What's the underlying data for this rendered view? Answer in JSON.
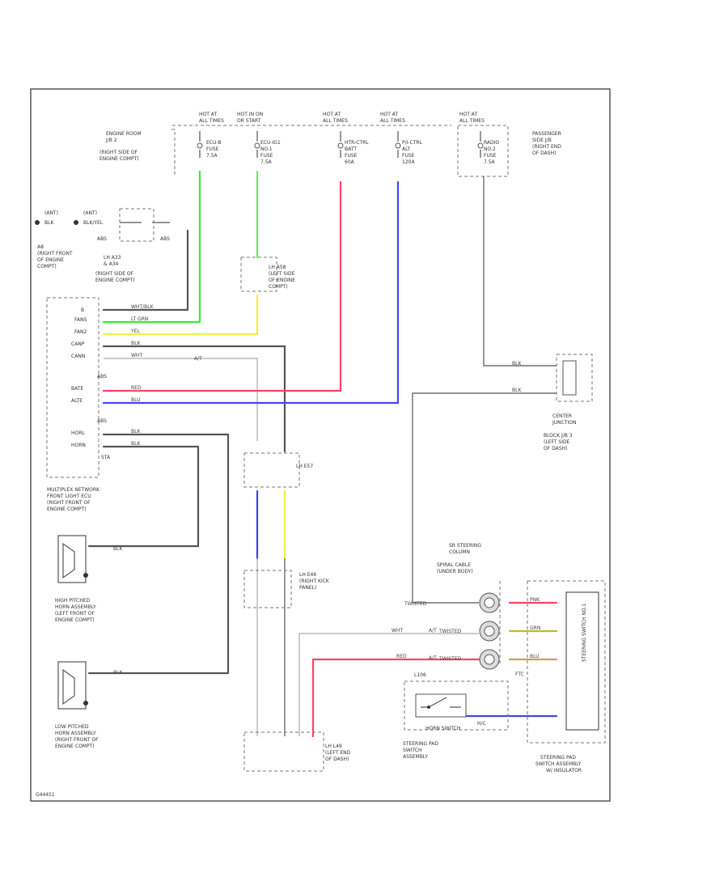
{
  "colors": {
    "green": "#33ee33",
    "light_green": "#66ee66",
    "yellow": "#eeee44",
    "red": "#ff4466",
    "blue": "#4444ff",
    "dark": "#555555",
    "grey": "#aaaaaa",
    "brown": "#c8a15a",
    "olive": "#bbbb33",
    "violet": "#4444ee"
  },
  "fuse_headers": [
    [
      "HOT AT",
      "ALL TIMES"
    ],
    [
      "HOT IN ON",
      "OR START"
    ],
    [
      "HOT AT",
      "ALL TIMES"
    ],
    [
      "HOT AT",
      "ALL TIMES"
    ],
    [
      "HOT AT",
      "ALL TIMES"
    ]
  ],
  "fuse_labels": [
    [
      "ECU-B",
      "FUSE",
      "7.5A"
    ],
    [
      "ECU-IG1",
      "NO.1",
      "FUSE",
      "7.5A"
    ],
    [
      "HTR-CTRL",
      "BATT",
      "FUSE",
      "60A"
    ],
    [
      "P/I-CTRL",
      "ALT",
      "FUSE",
      "120A"
    ],
    [
      "RADIO",
      "NO.2",
      "FUSE",
      "7.5A"
    ]
  ],
  "locations": {
    "engine_room_jb": [
      "ENGINE ROOM",
      "J/B 2",
      "(RIGHT SIDE OF",
      "ENGINE COMPT)"
    ],
    "passenger_jb": [
      "PASSENGER",
      "SIDE J/B",
      "(RIGHT END",
      "OF DASH)"
    ],
    "a8": [
      "A8",
      "(RIGHT FRONT",
      "OF ENGINE",
      "COMPT)"
    ],
    "lh_a33": [
      "LH A33",
      "& A34",
      "(RIGHT SIDE OF",
      "ENGINE COMPT)"
    ],
    "lh_a58": [
      "LH A58",
      "(LEFT SIDE",
      "OF ENGINE",
      "COMPT)"
    ],
    "junction_block": [
      "CENTER",
      "JUNCTION",
      "BLOCK J/B 3",
      "(LEFT SIDE",
      "OF DASH)"
    ],
    "lh_e57": [
      "LH E57"
    ],
    "lh_e46": [
      "LH E46",
      "(RIGHT KICK",
      "PANEL)"
    ],
    "lh_l49": [
      "LH L49",
      "(LEFT END",
      "OF DASH)"
    ]
  },
  "battery_labels": [
    "(ANT)",
    "BLK",
    "(ANT)",
    "BLK/YEL"
  ],
  "relay_pins": [
    "ABS",
    "ABS"
  ],
  "ecu": {
    "name": [
      "MULTIPLEX NETWORK",
      "FRONT LIGHT ECU",
      "(RIGHT FRONT OF",
      "ENGINE COMPT)"
    ],
    "pins": [
      "B",
      "FANS",
      "FAN2",
      "CANP",
      "CANN",
      "ABS",
      "BATE",
      "ALTE",
      "ABS",
      "HORL",
      "HORN",
      "STA"
    ]
  },
  "wire_labels": {
    "wht_blk": "WHT/BLK",
    "lt_grn": "LT GRN",
    "yel": "YEL",
    "blk": "BLK",
    "wht": "WHT",
    "red": "RED",
    "blu": "BLU",
    "pnk": "PNK",
    "grn": "GRN",
    "twisted1": "TWISTED",
    "twisted2": "TWISTED",
    "twisted3": "TWISTED",
    "cn_left": "A/T",
    "cn_mid": "A/T",
    "cn_right": "A/T",
    "ftc": "FTC"
  },
  "horns": {
    "high": [
      "HIGH PITCHED",
      "HORN ASSEMBLY",
      "(LEFT FRONT OF",
      "ENGINE COMPT)"
    ],
    "low": [
      "LOW PITCHED",
      "HORN ASSEMBLY",
      "(RIGHT FRONT OF",
      "ENGINE COMPT)"
    ]
  },
  "spiral_cable": [
    "SR STEERING",
    "COLUMN",
    "SPIRAL CABLE",
    "(UNDER BODY)"
  ],
  "horn_switch": {
    "title": "HORN SWITCH",
    "name": [
      "STEERING PAD",
      "SWITCH",
      "ASSEMBLY"
    ],
    "pin_l": "L106",
    "pin_r": "H/C"
  },
  "pad_switch": {
    "name": [
      "STEERING PAD",
      "SWITCH ASSEMBLY",
      "W/ INSULATOR"
    ],
    "inner": "STEERING SWITCH NO.1"
  },
  "footer_code": "G44451"
}
